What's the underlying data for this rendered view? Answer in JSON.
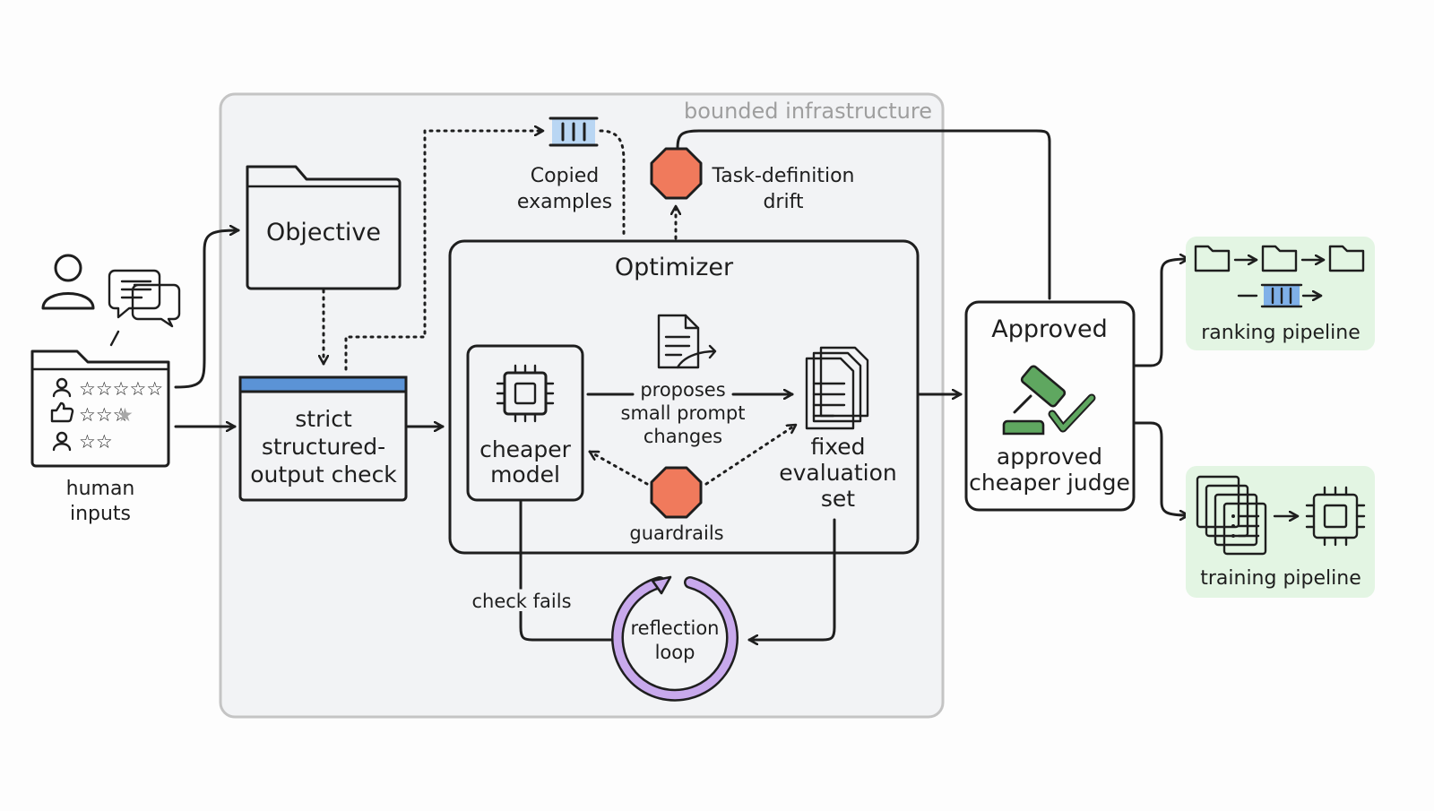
{
  "boundary": {
    "label": "bounded infrastructure"
  },
  "inputs": {
    "label_line1": "human",
    "label_line2": "inputs"
  },
  "objective": {
    "label": "Objective"
  },
  "check": {
    "line1": "strict",
    "line2": "structured-",
    "line3": "output check"
  },
  "copied": {
    "line1": "Copied",
    "line2": "examples"
  },
  "drift": {
    "line1": "Task-definition",
    "line2": "drift"
  },
  "optimizer": {
    "title": "Optimizer",
    "model_line1": "cheaper",
    "model_line2": "model",
    "proposes_line1": "proposes",
    "proposes_line2": "small prompt",
    "proposes_line3": "changes",
    "eval_line1": "fixed",
    "eval_line2": "evaluation",
    "eval_line3": "set",
    "guardrails": "guardrails"
  },
  "loop": {
    "check_fails": "check fails",
    "line1": "reflection",
    "line2": "loop"
  },
  "approved": {
    "title": "Approved",
    "line1": "approved",
    "line2": "cheaper judge"
  },
  "ranking": {
    "label": "ranking pipeline"
  },
  "training": {
    "label": "training pipeline"
  },
  "colors": {
    "boundary_fill": "#f2f3f5",
    "blue_fill": "#b9d6f3",
    "blue_dark": "#5b93d6",
    "yellow_fill": "#fde59a",
    "purple_fill": "#e2d0f3",
    "purple_dark": "#c8a9ec",
    "green_fill": "#c8ebc6",
    "green_panel": "#e3f5e3",
    "green_dark": "#5fa760",
    "stop_red": "#f07a5c"
  }
}
